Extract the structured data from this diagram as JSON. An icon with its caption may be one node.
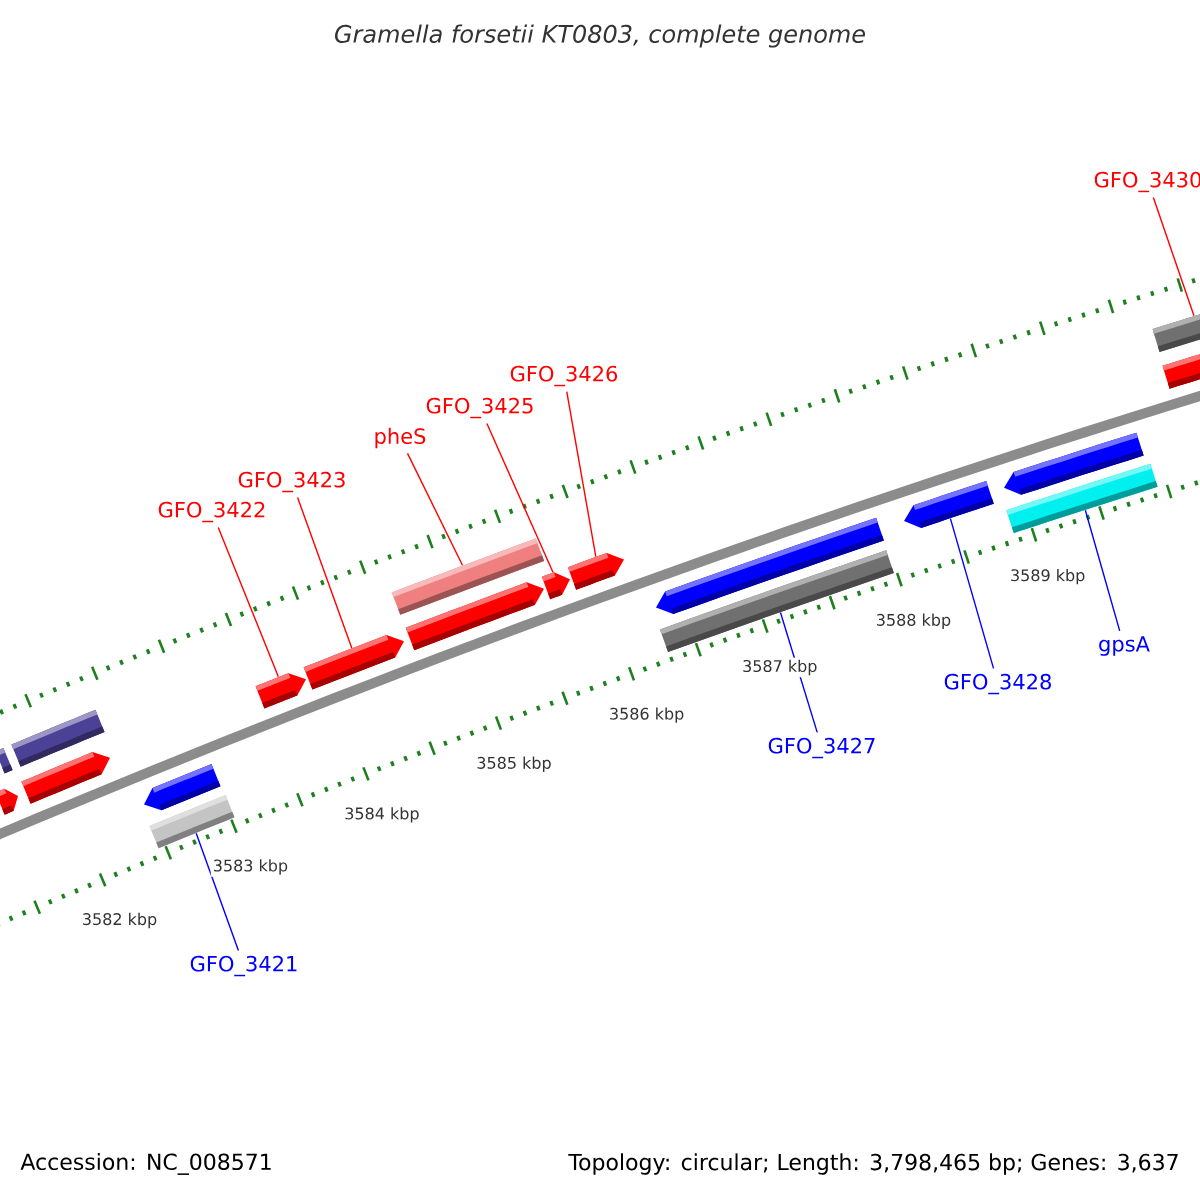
{
  "diagram": {
    "title": "*Gramella forsetii* KT0803, complete genome",
    "nodes": [
      {
        "text": [
          "GFO_3430"
        ]
      },
      {
        "text": [
          "GFO_3426"
        ]
      },
      {
        "text": [
          "GFO_3425"
        ]
      },
      {
        "text": [
          "pheS"
        ]
      },
      {
        "text": [
          "GFO_3423"
        ]
      },
      {
        "text": [
          "GFO_3422"
        ]
      },
      {
        "text": [
          "GFO_3427"
        ]
      },
      {
        "text": [
          "GFO_3428"
        ]
      },
      {
        "text": [
          "gpsA"
        ]
      },
      {
        "text": [
          "GFO_3421"
        ]
      },
      {
        "text": [],
        "shape": "bar"
      },
      {
        "text": [],
        "shape": "bar"
      },
      {
        "text": [],
        "shape": "bar"
      },
      {
        "text": [],
        "shape": "bar"
      },
      {
        "text": [],
        "shape": "bar"
      },
      {
        "text": [],
        "shape": "bar"
      },
      {
        "text": [],
        "shape": "bar"
      },
      {
        "text": [],
        "shape": "bar"
      },
      {
        "text": [],
        "shape": "bar"
      },
      {
        "text": [],
        "shape": "bar"
      },
      {
        "text": [],
        "shape": "bar"
      },
      {
        "text": [],
        "shape": "bar"
      },
      {
        "text": [],
        "shape": "bar"
      },
      {
        "text": [],
        "shape": "bar"
      },
      {
        "text": [],
        "shape": "bar"
      },
      {
        "text": [],
        "shape": "bar"
      },
      {
        "text": [],
        "shape": "bar"
      },
      {
        "text": [],
        "shape": "bar"
      },
      {
        "text": [],
        "shape": "bar"
      }
    ],
    "edges": [
      {
        "from": 0,
        "to": 27,
        "arrow": "none"
      },
      {
        "from": 1,
        "to": 21,
        "arrow": "none"
      },
      {
        "from": 2,
        "to": 20,
        "arrow": "none"
      },
      {
        "from": 3,
        "to": 18,
        "arrow": "none"
      },
      {
        "from": 4,
        "to": 17,
        "arrow": "none"
      },
      {
        "from": 5,
        "to": 16,
        "arrow": "none"
      },
      {
        "from": 6,
        "to": 23,
        "arrow": "none",
        "color": "#0000ff"
      },
      {
        "from": 7,
        "to": 24,
        "arrow": "none",
        "color": "#0000ff"
      },
      {
        "from": 8,
        "to": 26,
        "arrow": "none",
        "color": "#0000ff"
      },
      {
        "from": 9,
        "to": 15,
        "arrow": "none",
        "color": "#0000ff"
      }
    ],
    "labels": [
      "3589 kbp",
      "3588 kbp",
      "3587 kbp",
      "3586 kbp",
      "3585 kbp",
      "3584 kbp",
      "3583 kbp",
      "3582 kbp",
      "Accession: NC_008571",
      "Topology: circular; Length: 3,798,465 bp; Genes: 3,637"
    ]
  }
}
